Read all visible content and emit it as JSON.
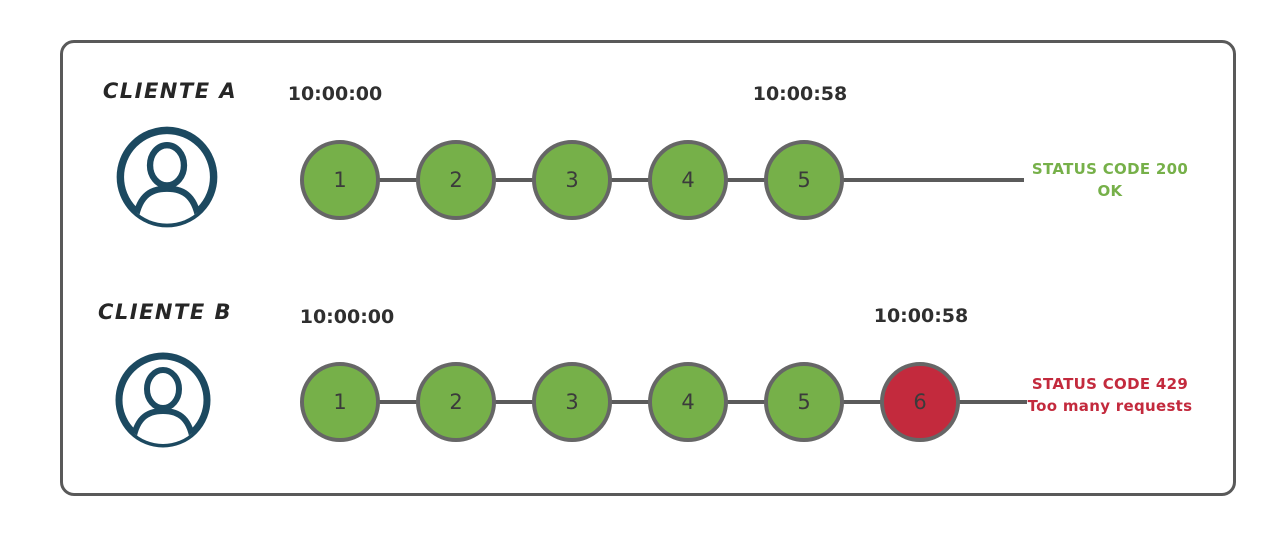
{
  "colors": {
    "success": "#76b049",
    "error": "#c32a3d",
    "line": "#5b5b5b",
    "avatar": "#1c4960"
  },
  "rows": [
    {
      "client": "CLIENTE A",
      "start_time": "10:00:00",
      "end_time": "10:00:58",
      "requests": [
        {
          "label": "1",
          "status": "ok"
        },
        {
          "label": "2",
          "status": "ok"
        },
        {
          "label": "3",
          "status": "ok"
        },
        {
          "label": "4",
          "status": "ok"
        },
        {
          "label": "5",
          "status": "ok"
        }
      ],
      "status": {
        "line1": "STATUS CODE 200",
        "line2": "OK",
        "type": "success"
      }
    },
    {
      "client": "CLIENTE B",
      "start_time": "10:00:00",
      "end_time": "10:00:58",
      "requests": [
        {
          "label": "1",
          "status": "ok"
        },
        {
          "label": "2",
          "status": "ok"
        },
        {
          "label": "3",
          "status": "ok"
        },
        {
          "label": "4",
          "status": "ok"
        },
        {
          "label": "5",
          "status": "ok"
        },
        {
          "label": "6",
          "status": "blocked"
        }
      ],
      "status": {
        "line1": "STATUS CODE 429",
        "line2": "Too many requests",
        "type": "error"
      }
    }
  ]
}
